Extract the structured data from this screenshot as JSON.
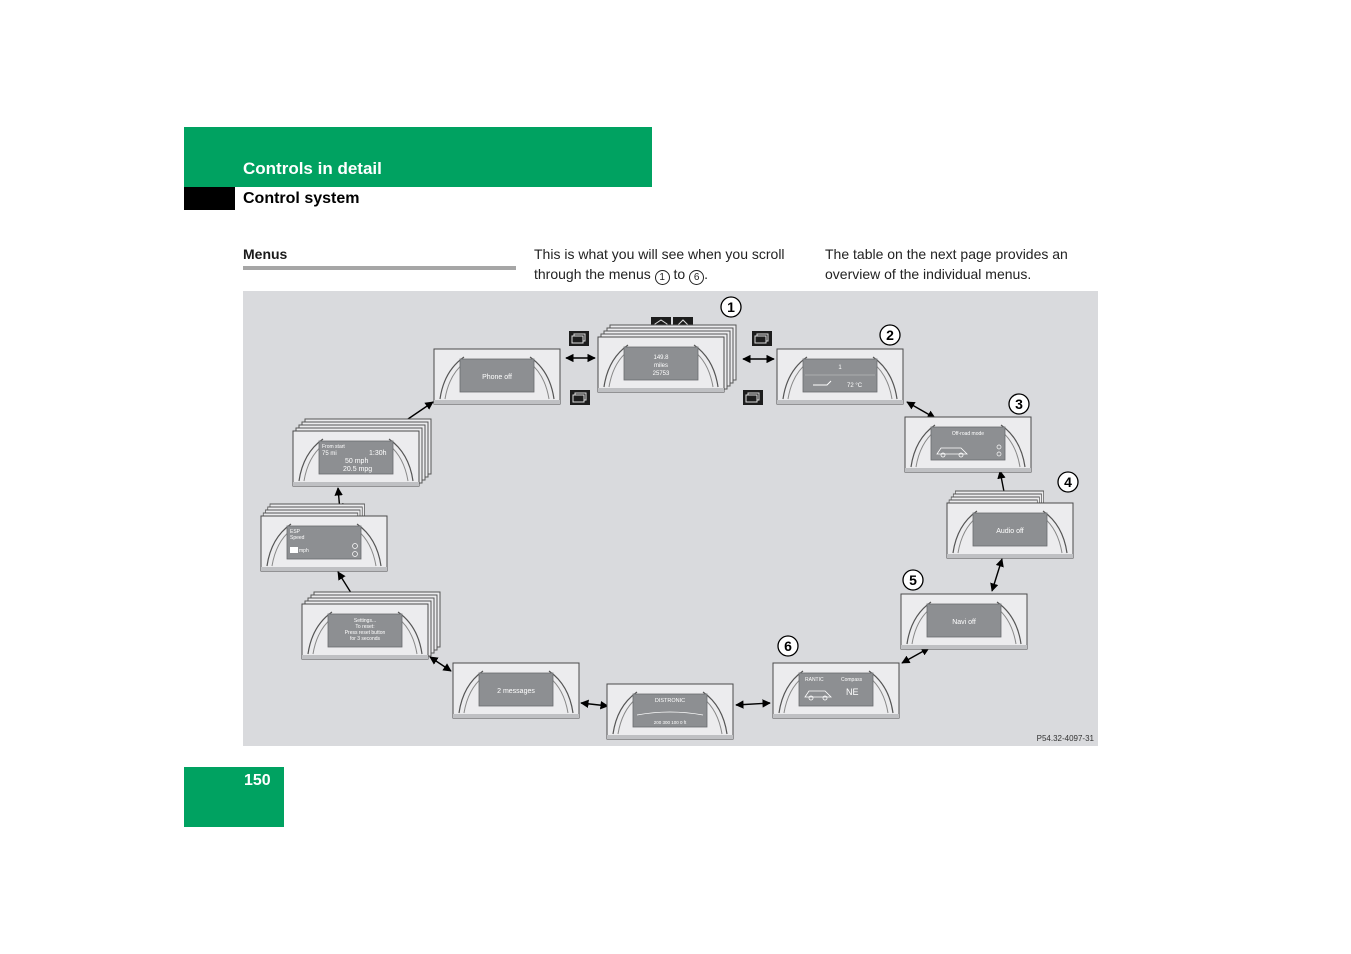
{
  "header": {
    "section_title": "Controls in detail",
    "subsection_title": "Control system"
  },
  "section_heading": "Menus",
  "intro": {
    "col2_line1": "This is what you will see when you scroll",
    "col2_through": "through the menus",
    "col2_to": "to",
    "col2_end": ".",
    "col3_text": "The table on the next page provides an overview of the individual menus.",
    "range_start": "1",
    "range_end": "6"
  },
  "figure": {
    "code": "P54.32-4097-31",
    "callouts": [
      "1",
      "2",
      "3",
      "4",
      "5",
      "6"
    ],
    "screens": {
      "odometer": [
        "149.8",
        "miles",
        "25753"
      ],
      "oil_temp_line1": "1",
      "oil_temp_value": "72 °C",
      "offroad": "Off-road mode",
      "audio": "Audio off",
      "navi": "Navi off",
      "compass_left": "RANTIC",
      "compass_right": "Compass",
      "compass_heading": "NE",
      "distronic": "DISTRONIC",
      "distronic_scale": "200  300  100  0 ft",
      "messages": "2 messages",
      "settings": [
        "Settings...",
        "To reset:",
        "Press reset button",
        "for 3 seconds"
      ],
      "speed_line1": "ESP",
      "speed_line2": "Speed",
      "speed_unit": "mph",
      "trip_line1": "From start",
      "trip_distance": "75 mi",
      "trip_time": "1:30h",
      "trip_speed": "50 mph",
      "trip_consumption": "20.5 mpg",
      "phone": "Phone off"
    }
  },
  "page_number": "150"
}
